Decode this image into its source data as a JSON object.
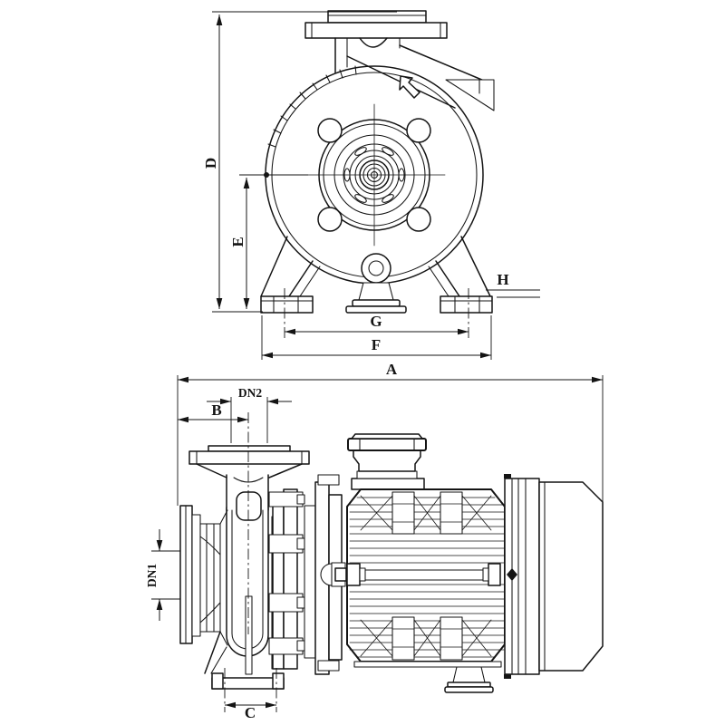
{
  "drawing": {
    "kind": "technical dimensional drawing",
    "subject": "centrifugal pump with motor, front view and side view",
    "background": "#ffffff",
    "line_color": "#141414"
  },
  "views": {
    "front": {
      "id": "front-view"
    },
    "side": {
      "id": "side-view"
    }
  },
  "labels": {
    "A": "A",
    "B": "B",
    "C": "C",
    "D": "D",
    "E": "E",
    "F": "F",
    "G": "G",
    "H": "H",
    "DN1": "DN1",
    "DN2": "DN2"
  }
}
